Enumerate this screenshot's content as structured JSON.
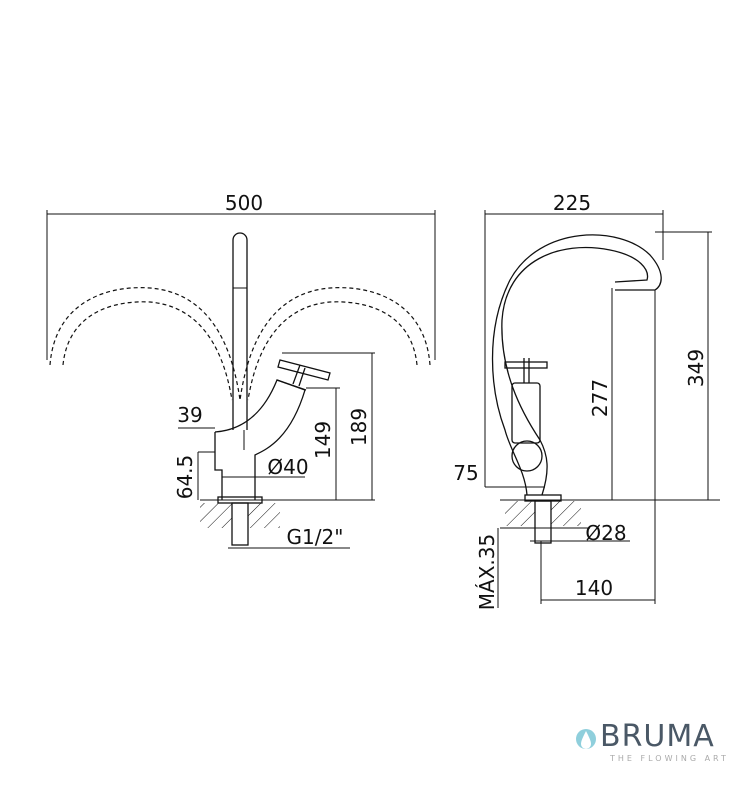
{
  "front_view": {
    "width": "500",
    "spout_offset": "39",
    "base_height": "64.5",
    "body_diameter": "Ø40",
    "handle_height": "149",
    "total_height": "189",
    "thread": "G1/2\""
  },
  "side_view": {
    "reach": "225",
    "total_height": "349",
    "spout_height": "277",
    "body_offset": "75",
    "shank_diameter": "Ø28",
    "max_thickness": "MÁX.35",
    "spout_projection": "140"
  },
  "brand": {
    "name": "BRUMA",
    "tagline": "THE FLOWING ART",
    "color": "#4a5866",
    "drop_color": "#8fcfdc"
  }
}
